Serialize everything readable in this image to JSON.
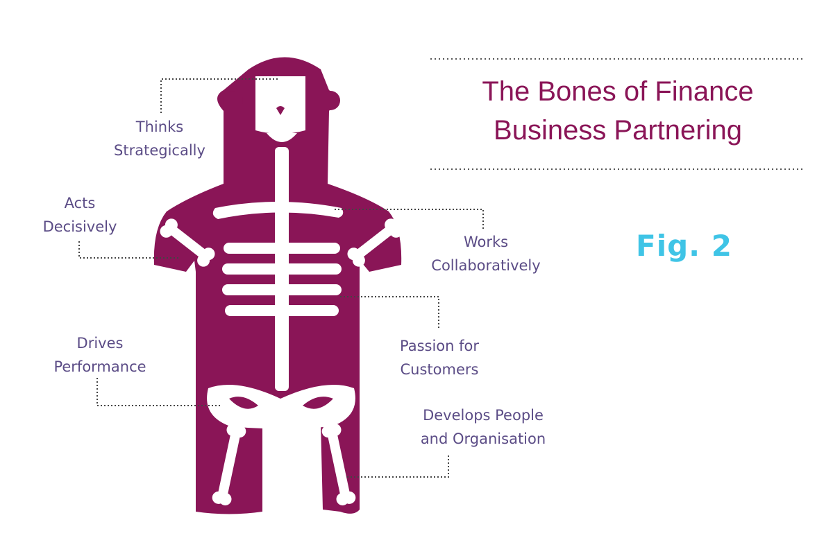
{
  "title": {
    "line1": "The Bones of Finance",
    "line2": "Business Partnering"
  },
  "figure_label": "Fig. 2",
  "labels": {
    "thinks_strategically": [
      "Thinks",
      "Strategically"
    ],
    "acts_decisively": [
      "Acts",
      "Decisively"
    ],
    "drives_performance": [
      "Drives",
      "Performance"
    ],
    "works_collaboratively": [
      "Works",
      "Collaboratively"
    ],
    "passion_for_customers": [
      "Passion for",
      "Customers"
    ],
    "develops_people": [
      "Develops People",
      "and Organisation"
    ]
  },
  "colors": {
    "body": "#8a1557",
    "bone": "#ffffff",
    "label_text": "#5b4c86",
    "title_text": "#8a1557",
    "figure_label": "#3fc4e6",
    "leader_line": "#444444"
  }
}
